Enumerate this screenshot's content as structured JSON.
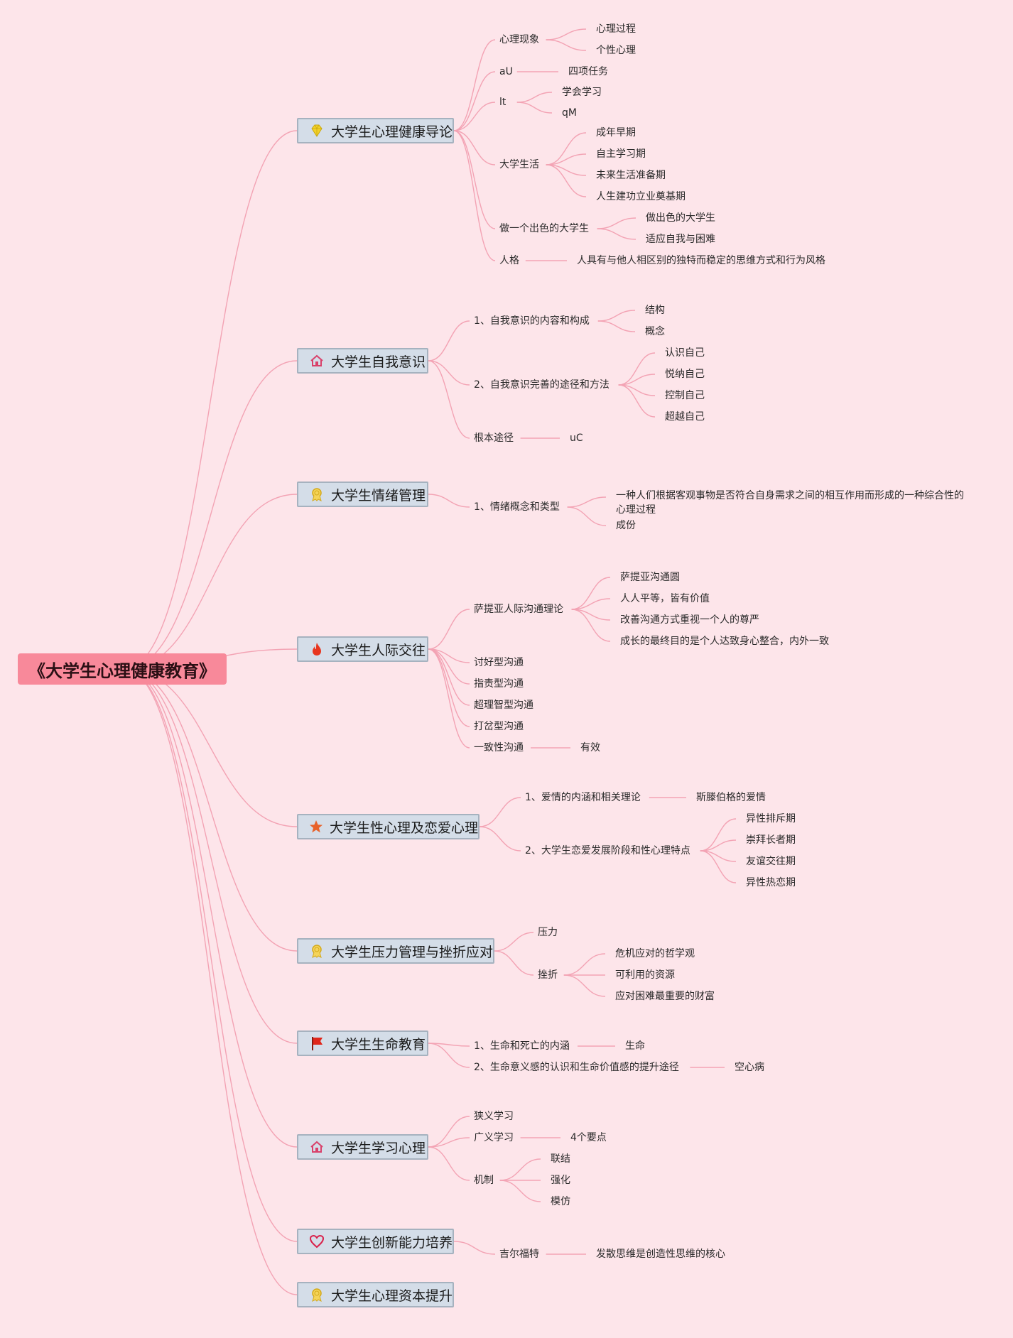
{
  "root": {
    "title": "《大学生心理健康教育》"
  },
  "branches": [
    {
      "icon": "gem-icon",
      "label": "大学生心理健康导论",
      "children": [
        {
          "label": "心理现象",
          "children": [
            {
              "label": "心理过程"
            },
            {
              "label": "个性心理"
            }
          ]
        },
        {
          "label": "aU",
          "children": [
            {
              "label": "四项任务"
            }
          ]
        },
        {
          "label": "lt",
          "children": [
            {
              "label": "学会学习"
            },
            {
              "label": "qM"
            }
          ]
        },
        {
          "label": "大学生活",
          "children": [
            {
              "label": "成年早期"
            },
            {
              "label": "自主学习期"
            },
            {
              "label": "未来生活准备期"
            },
            {
              "label": "人生建功立业奠基期"
            }
          ]
        },
        {
          "label": "做一个出色的大学生",
          "children": [
            {
              "label": "做出色的大学生"
            },
            {
              "label": "适应自我与困难"
            }
          ]
        },
        {
          "label": "人格",
          "children": [
            {
              "label": "人具有与他人相区别的独特而稳定的思维方式和行为风格"
            }
          ]
        }
      ]
    },
    {
      "icon": "house-icon",
      "label": "大学生自我意识",
      "children": [
        {
          "label": "1、自我意识的内容和构成",
          "children": [
            {
              "label": "结构"
            },
            {
              "label": "概念"
            }
          ]
        },
        {
          "label": "2、自我意识完善的途径和方法",
          "children": [
            {
              "label": "认识自己"
            },
            {
              "label": "悦纳自己"
            },
            {
              "label": "控制自己"
            },
            {
              "label": "超越自己"
            }
          ]
        },
        {
          "label": "根本途径",
          "children": [
            {
              "label": "uC"
            }
          ]
        }
      ]
    },
    {
      "icon": "medal-icon",
      "label": "大学生情绪管理",
      "children": [
        {
          "label": "1、情绪概念和类型",
          "children": [
            {
              "label": "一种人们根据客观事物是否符合自身需求之间的相互作用而形成的一种综合性的心理过程"
            },
            {
              "label": "成份"
            }
          ]
        }
      ]
    },
    {
      "icon": "flame-icon",
      "label": "大学生人际交往",
      "children": [
        {
          "label": "萨提亚人际沟通理论",
          "children": [
            {
              "label": "萨提亚沟通圆"
            },
            {
              "label": "人人平等，皆有价值"
            },
            {
              "label": "改善沟通方式重视一个人的尊严"
            },
            {
              "label": "成长的最终目的是个人达致身心整合，内外一致"
            }
          ]
        },
        {
          "label": "讨好型沟通"
        },
        {
          "label": "指责型沟通"
        },
        {
          "label": "超理智型沟通"
        },
        {
          "label": "打岔型沟通"
        },
        {
          "label": "一致性沟通",
          "children": [
            {
              "label": "有效"
            }
          ]
        }
      ]
    },
    {
      "icon": "star-icon",
      "label": "大学生性心理及恋爱心理",
      "children": [
        {
          "label": "1、爱情的内涵和相关理论",
          "children": [
            {
              "label": "斯滕伯格的爱情"
            }
          ]
        },
        {
          "label": "2、大学生恋爱发展阶段和性心理特点",
          "children": [
            {
              "label": "异性排斥期"
            },
            {
              "label": "崇拜长者期"
            },
            {
              "label": "友谊交往期"
            },
            {
              "label": "异性热恋期"
            }
          ]
        }
      ]
    },
    {
      "icon": "medal-icon",
      "label": "大学生压力管理与挫折应对",
      "children": [
        {
          "label": "压力"
        },
        {
          "label": "挫折",
          "children": [
            {
              "label": "危机应对的哲学观"
            },
            {
              "label": "可利用的资源"
            },
            {
              "label": "应对困难最重要的财富"
            }
          ]
        }
      ]
    },
    {
      "icon": "flag-icon",
      "label": "大学生生命教育",
      "children": [
        {
          "label": "1、生命和死亡的内涵",
          "children": [
            {
              "label": "生命"
            }
          ]
        },
        {
          "label": "2、生命意义感的认识和生命价值感的提升途径",
          "children": [
            {
              "label": "空心病"
            }
          ]
        }
      ]
    },
    {
      "icon": "house-icon",
      "label": "大学生学习心理",
      "children": [
        {
          "label": "狭义学习"
        },
        {
          "label": "广义学习",
          "children": [
            {
              "label": "4个要点"
            }
          ]
        },
        {
          "label": "机制",
          "children": [
            {
              "label": "联结"
            },
            {
              "label": "强化"
            },
            {
              "label": "模仿"
            }
          ]
        }
      ]
    },
    {
      "icon": "heart-icon",
      "label": "大学生创新能力培养",
      "children": [
        {
          "label": "吉尔福特",
          "children": [
            {
              "label": "发散思维是创造性思维的核心"
            }
          ]
        }
      ]
    },
    {
      "icon": "medal-icon",
      "label": "大学生心理资本提升",
      "children": []
    }
  ]
}
